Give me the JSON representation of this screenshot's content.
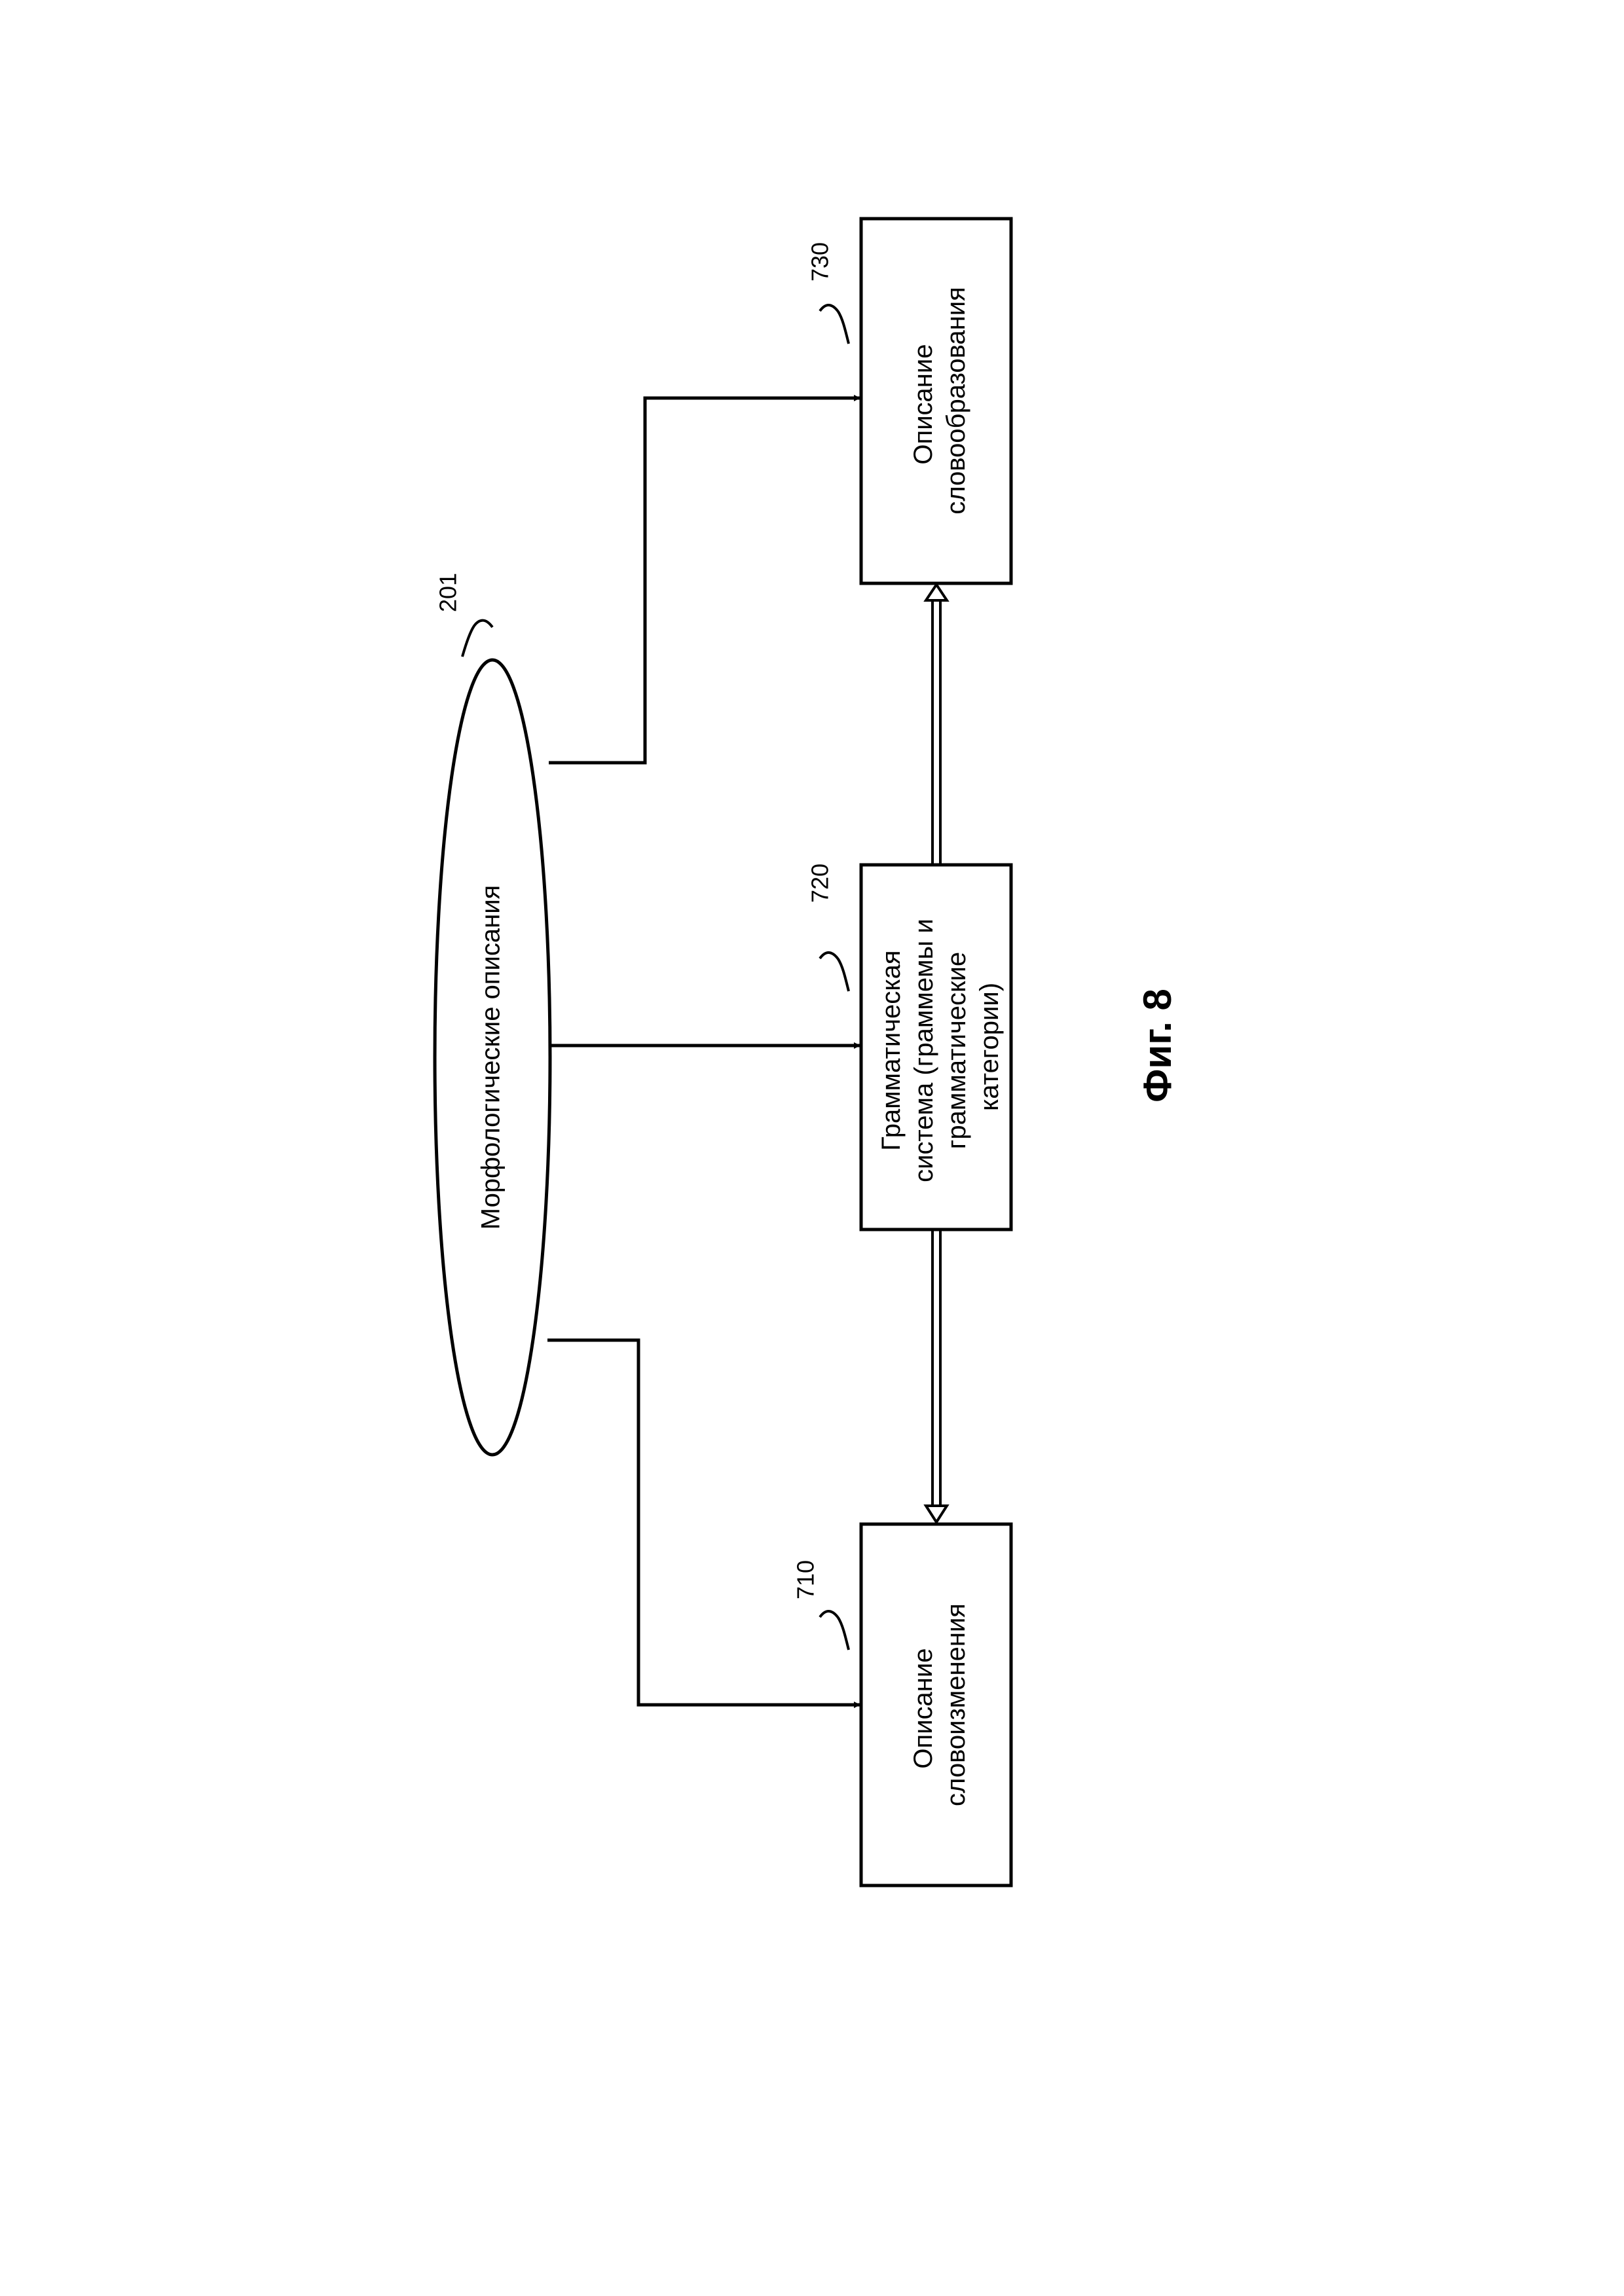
{
  "nodes": {
    "morph": {
      "ref": "201",
      "lines": [
        "Морфологические описания"
      ]
    },
    "inflection": {
      "ref": "710",
      "lines": [
        "Описание",
        "словоизменения"
      ]
    },
    "grammar": {
      "ref": "720",
      "lines": [
        "Грамматическая",
        "система (граммемы и",
        "грамматические",
        "категории)"
      ]
    },
    "derivation": {
      "ref": "730",
      "lines": [
        "Описание",
        "словообразования"
      ]
    }
  },
  "figure": {
    "label": "Фиг. 8"
  },
  "colors": {
    "stroke": "#000000",
    "background": "#ffffff"
  }
}
